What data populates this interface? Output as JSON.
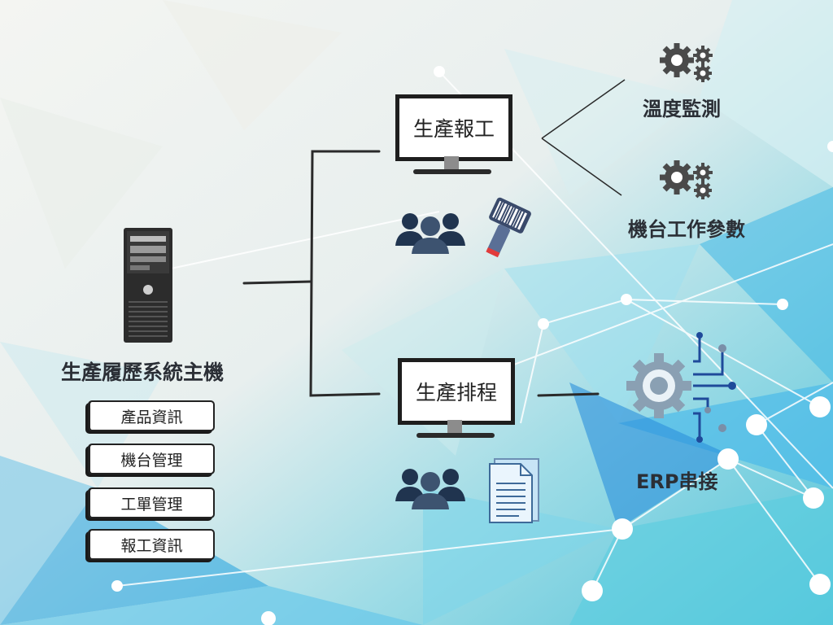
{
  "host": {
    "title": "生產履歷系統主機"
  },
  "menu": [
    {
      "label": "產品資訊"
    },
    {
      "label": "機台管理"
    },
    {
      "label": "工單管理"
    },
    {
      "label": "報工資訊"
    }
  ],
  "monitors": {
    "report": {
      "label": "生產報工"
    },
    "schedule": {
      "label": "生產排程"
    }
  },
  "features": {
    "temperature": {
      "label": "溫度監測",
      "icon": "gears-icon"
    },
    "machine_params": {
      "label": "機台工作參數",
      "icon": "gears-icon"
    },
    "erp": {
      "label": "ERP串接",
      "icon": "circuit-gear-icon"
    }
  },
  "colors": {
    "accent_blue": "#2f8fe0",
    "dark_navy": "#2d3e55",
    "gear_gray": "#4a4a4a"
  }
}
